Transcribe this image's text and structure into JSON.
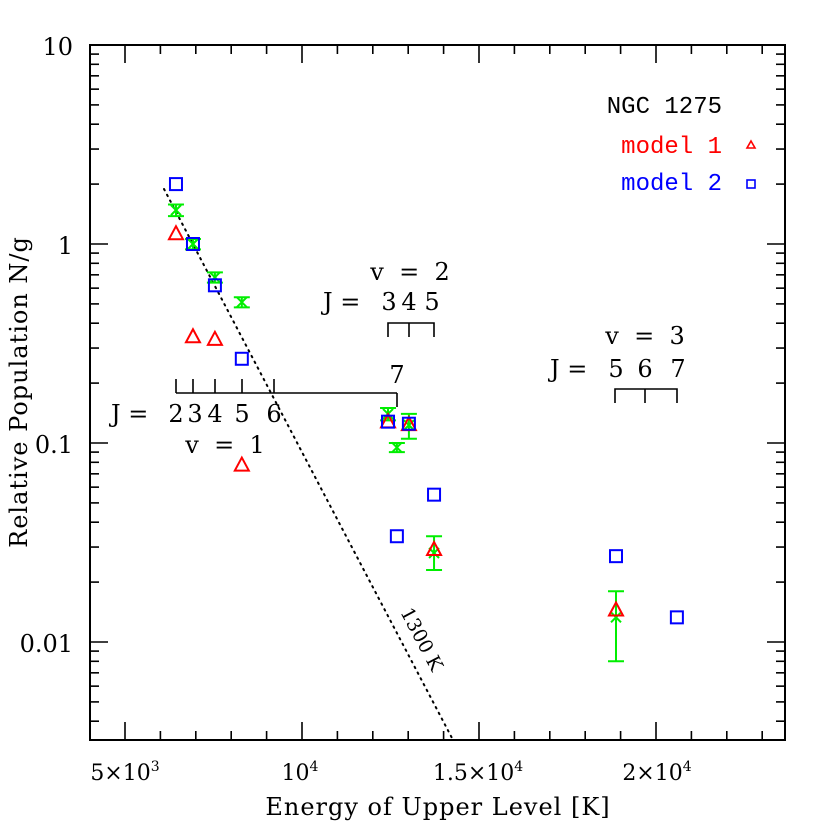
{
  "chart_data": {
    "type": "scatter",
    "title": "NGC 1275",
    "xlabel": "Energy of Upper Level [K]",
    "ylabel": "Relative Population N/g",
    "xscale": "linear",
    "yscale": "log",
    "xlim": [
      4000,
      23600
    ],
    "ylim": [
      0.0032,
      10
    ],
    "x_ticks": [
      5000,
      10000,
      15000,
      20000
    ],
    "x_tick_labels": [
      "5×10³",
      "10⁴",
      "1.5×10⁴",
      "2×10⁴"
    ],
    "y_ticks": [
      0.01,
      0.1,
      1,
      10
    ],
    "y_tick_labels": [
      "0.01",
      "0.1",
      "1",
      "10"
    ],
    "grid": false,
    "legend": {
      "position": "upper right",
      "title": "NGC 1275",
      "entries": [
        {
          "label": "model 1",
          "marker": "triangle",
          "color": "#ff0000"
        },
        {
          "label": "model 2",
          "marker": "square",
          "color": "#0000ff"
        }
      ]
    },
    "series": [
      {
        "name": "observed",
        "marker": "errorbar-x",
        "color": "#00ee00",
        "points": [
          {
            "x": 6440,
            "y": 1.48,
            "ylo": 1.38,
            "yhi": 1.58
          },
          {
            "x": 6920,
            "y": 1.0,
            "ylo": 0.94,
            "yhi": 1.06
          },
          {
            "x": 7540,
            "y": 0.68,
            "ylo": 0.64,
            "yhi": 0.72
          },
          {
            "x": 8300,
            "y": 0.51,
            "ylo": 0.48,
            "yhi": 0.54
          },
          {
            "x": 12430,
            "y": 0.14,
            "ylo": 0.13,
            "yhi": 0.15
          },
          {
            "x": 12680,
            "y": 0.095,
            "ylo": 0.09,
            "yhi": 0.1
          },
          {
            "x": 13020,
            "y": 0.123,
            "ylo": 0.105,
            "yhi": 0.14
          },
          {
            "x": 13730,
            "y": 0.028,
            "ylo": 0.023,
            "yhi": 0.034
          },
          {
            "x": 18870,
            "y": 0.0133,
            "ylo": 0.008,
            "yhi": 0.018
          }
        ]
      },
      {
        "name": "model 1",
        "marker": "triangle",
        "color": "#ff0000",
        "points": [
          {
            "x": 6440,
            "y": 1.12
          },
          {
            "x": 6920,
            "y": 0.34
          },
          {
            "x": 7540,
            "y": 0.33
          },
          {
            "x": 8300,
            "y": 0.077
          },
          {
            "x": 12430,
            "y": 0.127
          },
          {
            "x": 13020,
            "y": 0.123
          },
          {
            "x": 13730,
            "y": 0.029
          },
          {
            "x": 18870,
            "y": 0.0144
          }
        ]
      },
      {
        "name": "model 2",
        "marker": "square",
        "color": "#0000ff",
        "points": [
          {
            "x": 6440,
            "y": 2.0
          },
          {
            "x": 6920,
            "y": 1.0
          },
          {
            "x": 7540,
            "y": 0.62
          },
          {
            "x": 8300,
            "y": 0.265
          },
          {
            "x": 12430,
            "y": 0.128
          },
          {
            "x": 13020,
            "y": 0.125
          },
          {
            "x": 12680,
            "y": 0.034
          },
          {
            "x": 13730,
            "y": 0.055
          },
          {
            "x": 18870,
            "y": 0.027
          },
          {
            "x": 20590,
            "y": 0.0133
          }
        ]
      }
    ],
    "fit_line": {
      "label": "1300 K",
      "style": "dotted",
      "color": "#000000",
      "from": {
        "x": 6100,
        "y": 1.9
      },
      "to": {
        "x": 14780,
        "y": 0.0032
      }
    },
    "annotations": [
      {
        "text_v": "v = 1",
        "text_j": "J = 2 3 4 5 6",
        "extra": "7",
        "J_values": [
          2,
          3,
          4,
          5,
          6,
          7
        ]
      },
      {
        "text_v": "v = 2",
        "text_j": "J = 3 4 5",
        "J_values": [
          3,
          4,
          5
        ]
      },
      {
        "text_v": "v = 3",
        "text_j": "J = 5 6 7",
        "J_values": [
          5,
          6,
          7
        ]
      }
    ]
  },
  "labels": {
    "title": "NGC 1275",
    "legend_model1": "model 1",
    "legend_model2": "model 2",
    "xlabel": "Energy of Upper Level [K]",
    "ylabel": "Relative Population N/g",
    "fit_label": "1300 K",
    "v1": "v  =  1",
    "j1_prefix": "J  =",
    "j1_vals": [
      "2",
      "3",
      "4",
      "5",
      "6",
      "7"
    ],
    "v2": "v  =  2",
    "j2_prefix": "J  =",
    "j2_vals": [
      "3",
      "4",
      "5"
    ],
    "v3": "v  =  3",
    "j3_prefix": "J  =",
    "j3_vals": [
      "5",
      "6",
      "7"
    ],
    "ytick": [
      "10",
      "1",
      "0.1",
      "0.01"
    ],
    "xtick_5e3": "5×10",
    "xtick_5e3_exp": "3",
    "xtick_1e4": "10",
    "xtick_1e4_exp": "4",
    "xtick_15e4": "1.5×10",
    "xtick_15e4_exp": "4",
    "xtick_2e4": "2×10",
    "xtick_2e4_exp": "4"
  }
}
